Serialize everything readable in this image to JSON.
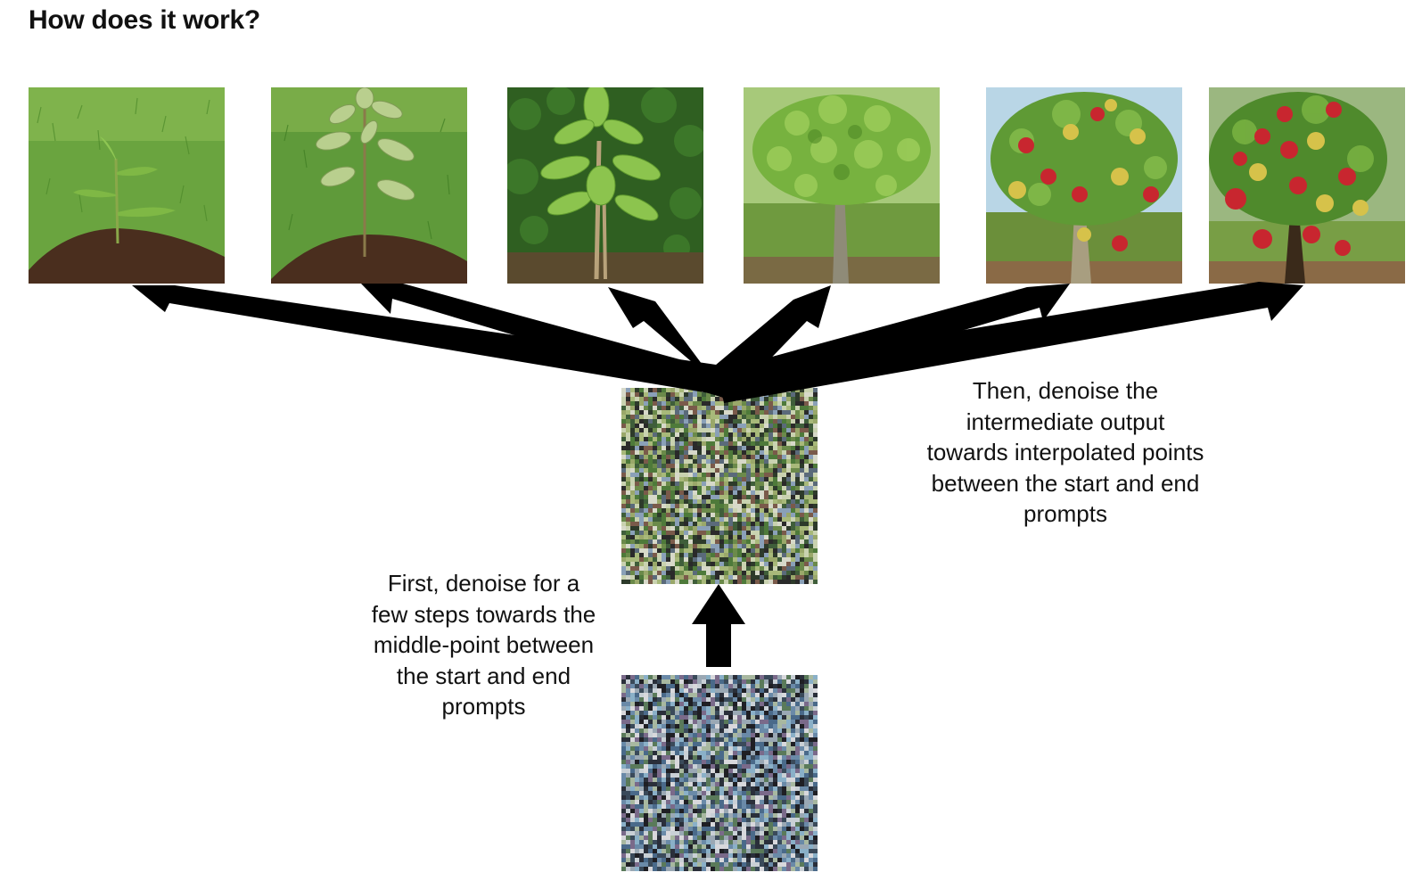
{
  "heading": "How does it work?",
  "captions": {
    "right": "Then, denoise the\nintermediate output\ntowards interpolated points\nbetween the start and end\nprompts",
    "left": "First, denoise for a\nfew steps towards the\nmiddle-point between\nthe start and end\nprompts"
  },
  "stages": [
    {
      "name": "seedling"
    },
    {
      "name": "sapling"
    },
    {
      "name": "young-tree"
    },
    {
      "name": "leafy-tree"
    },
    {
      "name": "fruiting-tree"
    },
    {
      "name": "full-apple-tree"
    }
  ],
  "colors": {
    "arrow": "#000000",
    "grass": "#5f9a3a",
    "soil": "#4a2e1e",
    "leaf": "#6fa83d",
    "apple_red": "#c8262f",
    "apple_yellow": "#d6c24a"
  }
}
